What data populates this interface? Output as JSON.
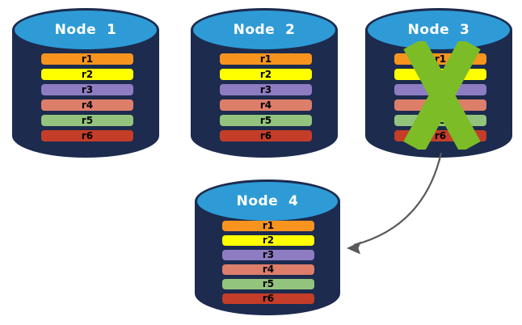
{
  "colors": {
    "background": "#ffffff",
    "cylinder_body": "#1c2b4e",
    "cylinder_top": "#2e9bd6",
    "node_title_text": "#ffffff",
    "bar_label_text": "#000000",
    "failure_x": "#7cbc27",
    "arrow": "#595959"
  },
  "icons": {
    "failure_x": "x-mark-icon",
    "arrow": "curved-arrow-icon"
  },
  "nodes": [
    {
      "title": "Node  1",
      "bars": [
        {
          "label": "r1",
          "color": "#f7941e"
        },
        {
          "label": "r2",
          "color": "#ffff00"
        },
        {
          "label": "r3",
          "color": "#8e7cc3"
        },
        {
          "label": "r4",
          "color": "#dd7e6b"
        },
        {
          "label": "r5",
          "color": "#93c47d"
        },
        {
          "label": "r6",
          "color": "#c43d28"
        }
      ]
    },
    {
      "title": "Node  2",
      "bars": [
        {
          "label": "r1",
          "color": "#f7941e"
        },
        {
          "label": "r2",
          "color": "#ffff00"
        },
        {
          "label": "r3",
          "color": "#8e7cc3"
        },
        {
          "label": "r4",
          "color": "#dd7e6b"
        },
        {
          "label": "r5",
          "color": "#93c47d"
        },
        {
          "label": "r6",
          "color": "#c43d28"
        }
      ]
    },
    {
      "title": "Node  3",
      "bars": [
        {
          "label": "r1",
          "color": "#f7941e"
        },
        {
          "label": "r2",
          "color": "#ffff00"
        },
        {
          "label": "r3",
          "color": "#8e7cc3"
        },
        {
          "label": "r4",
          "color": "#dd7e6b"
        },
        {
          "label": "r5",
          "color": "#93c47d"
        },
        {
          "label": "r6",
          "color": "#c43d28"
        }
      ]
    },
    {
      "title": "Node  4",
      "bars": [
        {
          "label": "r1",
          "color": "#f7941e"
        },
        {
          "label": "r2",
          "color": "#ffff00"
        },
        {
          "label": "r3",
          "color": "#8e7cc3"
        },
        {
          "label": "r4",
          "color": "#dd7e6b"
        },
        {
          "label": "r5",
          "color": "#93c47d"
        },
        {
          "label": "r6",
          "color": "#c43d28"
        }
      ]
    }
  ]
}
